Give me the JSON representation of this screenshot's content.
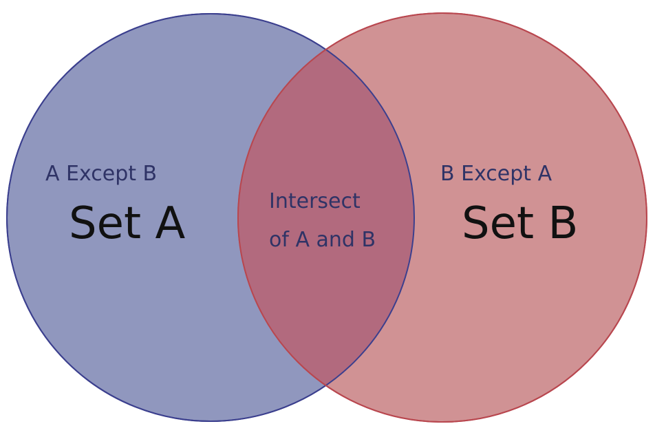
{
  "diagram": {
    "set_a": {
      "name": "Set A",
      "except_label": "A Except B",
      "fill": "#9097be",
      "stroke": "#3b3f8e"
    },
    "set_b": {
      "name": "Set B",
      "except_label": "B Except A",
      "fill": "#d09294",
      "stroke": "#c2434b"
    },
    "intersection": {
      "line1": "Intersect",
      "line2": "of A and B",
      "fill": "#b26a7e",
      "stroke": "#b8474f"
    },
    "colors": {
      "small_text": "#2f3366",
      "big_text": "#111111"
    }
  }
}
